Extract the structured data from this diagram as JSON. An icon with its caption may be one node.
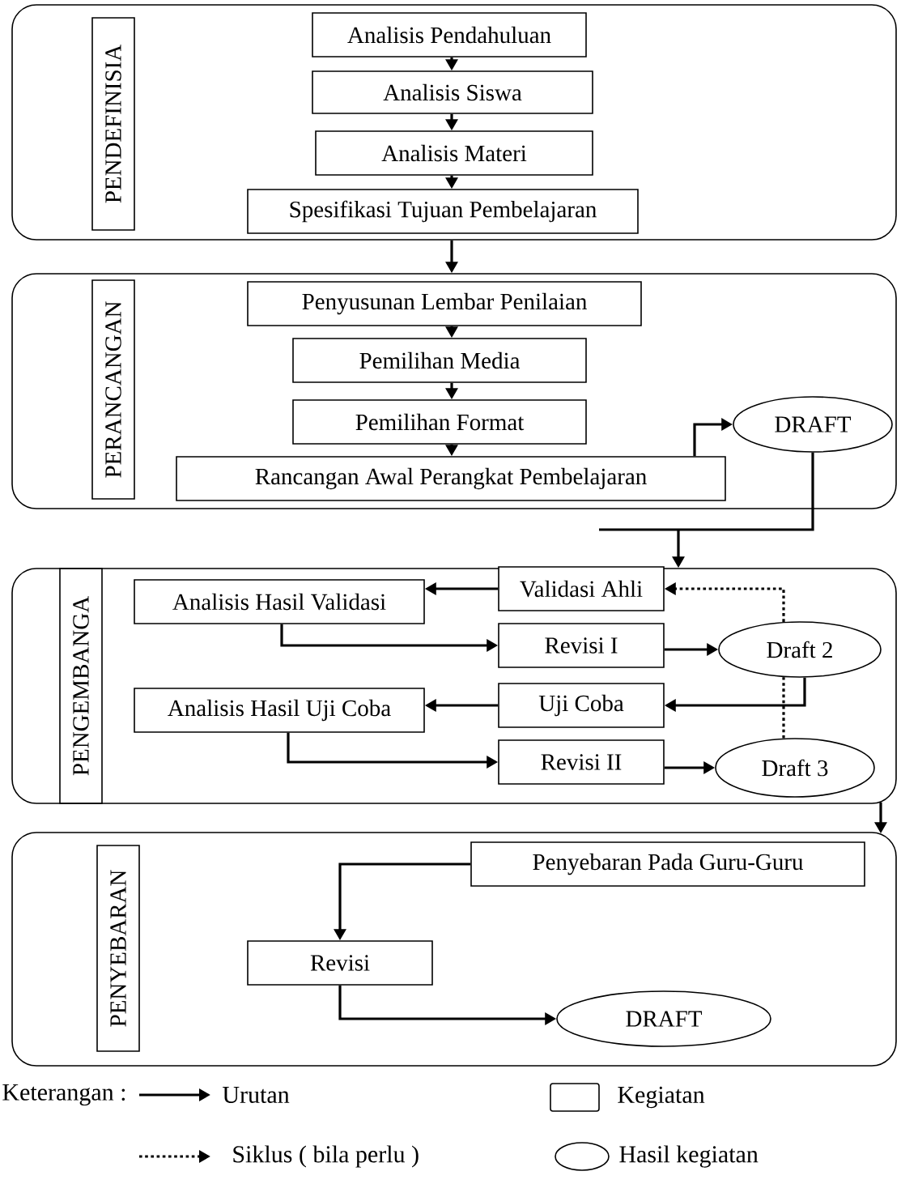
{
  "diagram": {
    "nodes": [
      {
        "text": [],
        "shape": "box"
      },
      {
        "text": [
          "PENDEFINISIA"
        ],
        "in": 0
      },
      {
        "text": [
          "Analisis Pendahuluan"
        ],
        "in": 0
      },
      {
        "text": [
          "Analisis Siswa"
        ],
        "in": 0
      },
      {
        "text": [
          "Analisis Materi"
        ],
        "in": 0
      },
      {
        "text": [
          "Spesifikasi Tujuan Pembelajaran"
        ],
        "in": 0
      },
      {
        "text": [],
        "shape": "box"
      },
      {
        "text": [
          "PERANCANGAN"
        ],
        "in": 6
      },
      {
        "text": [
          "Penyusunan Lembar Penilaian"
        ],
        "in": 6
      },
      {
        "text": [
          "Pemilihan Media"
        ],
        "in": 6
      },
      {
        "text": [
          "Pemilihan Format"
        ],
        "in": 6
      },
      {
        "text": [
          "Rancangan Awal Perangkat Pembelajaran"
        ],
        "in": 6
      },
      {
        "text": [
          "DRAFT"
        ],
        "in": 6
      },
      {
        "text": [],
        "shape": "box"
      },
      {
        "text": [
          "PENGEMBANGA"
        ],
        "in": 13
      },
      {
        "text": [
          "Validasi Ahli"
        ],
        "in": 13
      },
      {
        "text": [
          "Analisis Hasil Validasi"
        ],
        "in": 13
      },
      {
        "text": [
          "Revisi I"
        ],
        "in": 13
      },
      {
        "text": [
          "Draft 2"
        ],
        "in": 13
      },
      {
        "text": [
          "Analisis Hasil Uji Coba"
        ],
        "in": 13
      },
      {
        "text": [
          "Uji Coba"
        ],
        "in": 13
      },
      {
        "text": [
          "Revisi II"
        ],
        "in": 13
      },
      {
        "text": [
          "Draft 3"
        ],
        "in": 13
      },
      {
        "text": [],
        "shape": "box"
      },
      {
        "text": [
          "PENYEBARAN"
        ],
        "in": 23
      },
      {
        "text": [
          "Penyebaran Pada Guru-Guru"
        ],
        "in": 23
      },
      {
        "text": [
          "Revisi"
        ],
        "in": 23
      },
      {
        "text": [
          "DRAFT"
        ],
        "in": 23
      }
    ],
    "edges": [
      {
        "from": 2,
        "to": 3,
        "arrow": "to"
      },
      {
        "from": 3,
        "to": 4,
        "arrow": "to"
      },
      {
        "from": 4,
        "to": 5,
        "arrow": "to"
      },
      {
        "from": 0,
        "to": 6,
        "arrow": "to"
      },
      {
        "from": 8,
        "to": 9,
        "arrow": "to"
      },
      {
        "from": 9,
        "to": 10,
        "arrow": "to"
      },
      {
        "from": 10,
        "to": 11,
        "arrow": "to"
      },
      {
        "from": 11,
        "to": 12,
        "arrow": "to"
      },
      {
        "from": 12,
        "to": 13,
        "arrow": "to"
      },
      {
        "from": 15,
        "to": 16,
        "arrow": "to"
      },
      {
        "from": 16,
        "to": 17,
        "arrow": "to"
      },
      {
        "from": 17,
        "to": 18,
        "arrow": "to"
      },
      {
        "from": 18,
        "to": 20,
        "arrow": "to"
      },
      {
        "from": 20,
        "to": 19,
        "arrow": "to"
      },
      {
        "from": 19,
        "to": 21,
        "arrow": "to"
      },
      {
        "from": 21,
        "to": 22,
        "arrow": "to"
      },
      {
        "from": 22,
        "to": 18,
        "arrow": "none",
        "style": "dashed"
      },
      {
        "from": 18,
        "to": 15,
        "arrow": "to",
        "style": "dashed"
      },
      {
        "from": 13,
        "to": 23,
        "arrow": "to"
      },
      {
        "from": 25,
        "to": 26,
        "arrow": "to"
      },
      {
        "from": 26,
        "to": 27,
        "arrow": "to"
      }
    ],
    "labels": [
      "Keterangan :"
    ],
    "legend": [
      {
        "text": "Urutan"
      },
      {
        "text": "Kegiatan"
      },
      {
        "text": "Siklus ( bila perlu )"
      },
      {
        "text": "Hasil kegiatan"
      }
    ]
  }
}
